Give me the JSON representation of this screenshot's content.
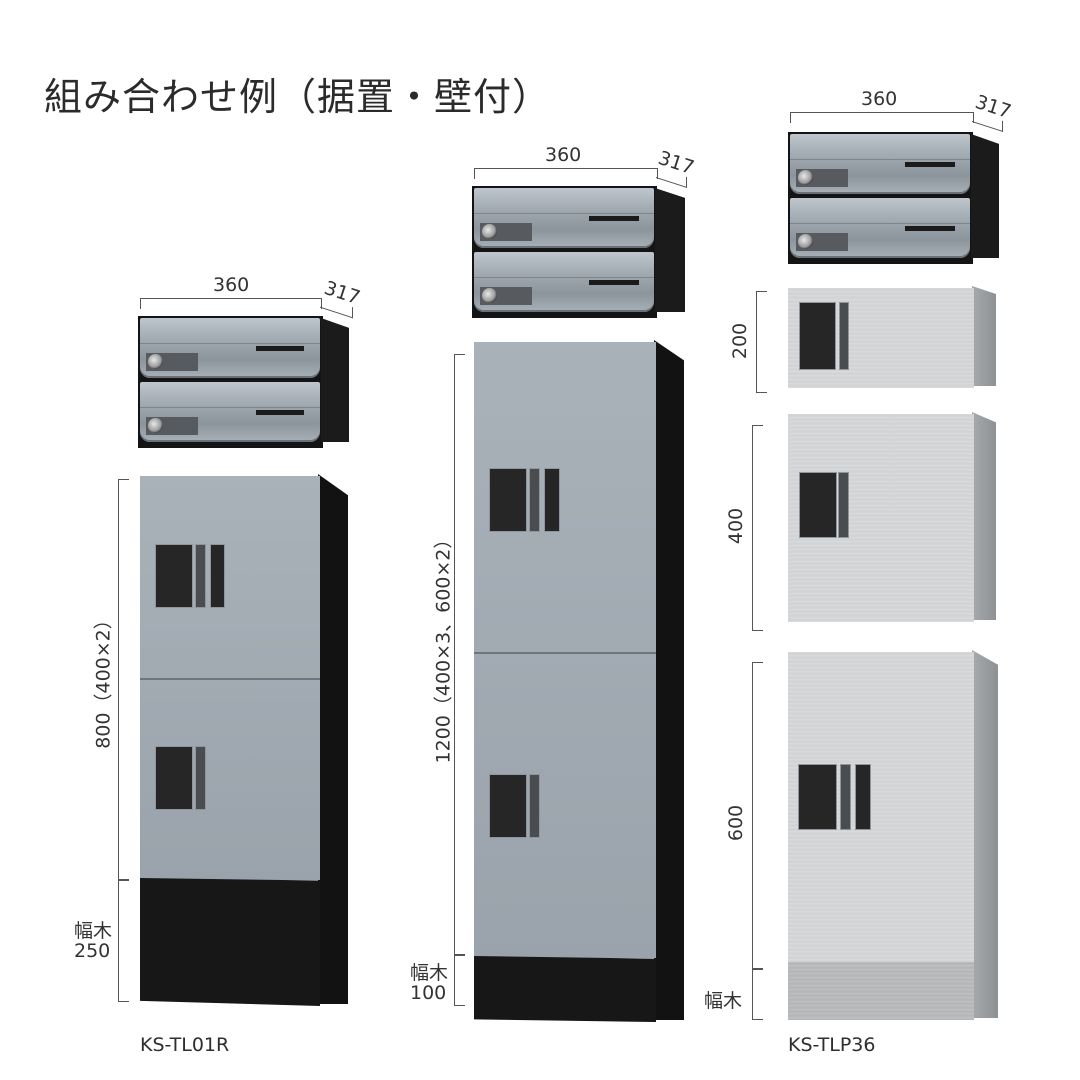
{
  "title": "組み合わせ例（据置・壁付）",
  "colors": {
    "background": "#ffffff",
    "mailbox_door": "#a1aab1",
    "mailbox_body": "#141414",
    "locker_blue_gray": "#a2abb3",
    "locker_black": "#141414",
    "locker_stainless": "#d2d4d6"
  },
  "examples": [
    {
      "model": "KS-TL01R",
      "mailbox": {
        "width_label": "360",
        "depth_label": "317",
        "units": 2
      },
      "locker": {
        "height_label": "800（400×2）",
        "modules": [
          400,
          400
        ],
        "finish": "blue-gray"
      },
      "base": {
        "label": "幅木",
        "height_label": "250",
        "finish": "black"
      }
    },
    {
      "model": "",
      "mailbox": {
        "width_label": "360",
        "depth_label": "317",
        "units": 2
      },
      "locker": {
        "height_label": "1200（400×3、600×2）",
        "modules": [
          600,
          600
        ],
        "finish": "blue-gray"
      },
      "base": {
        "label": "幅木",
        "height_label": "100",
        "finish": "black"
      }
    },
    {
      "model": "KS-TLP36",
      "mailbox": {
        "width_label": "360",
        "depth_label": "317",
        "units": 2
      },
      "locker": {
        "modules": [
          {
            "height_label": "200"
          },
          {
            "height_label": "400"
          },
          {
            "height_label": "600"
          }
        ],
        "finish": "stainless"
      },
      "base": {
        "label": "幅木",
        "height_label": "",
        "finish": "stainless"
      }
    }
  ]
}
